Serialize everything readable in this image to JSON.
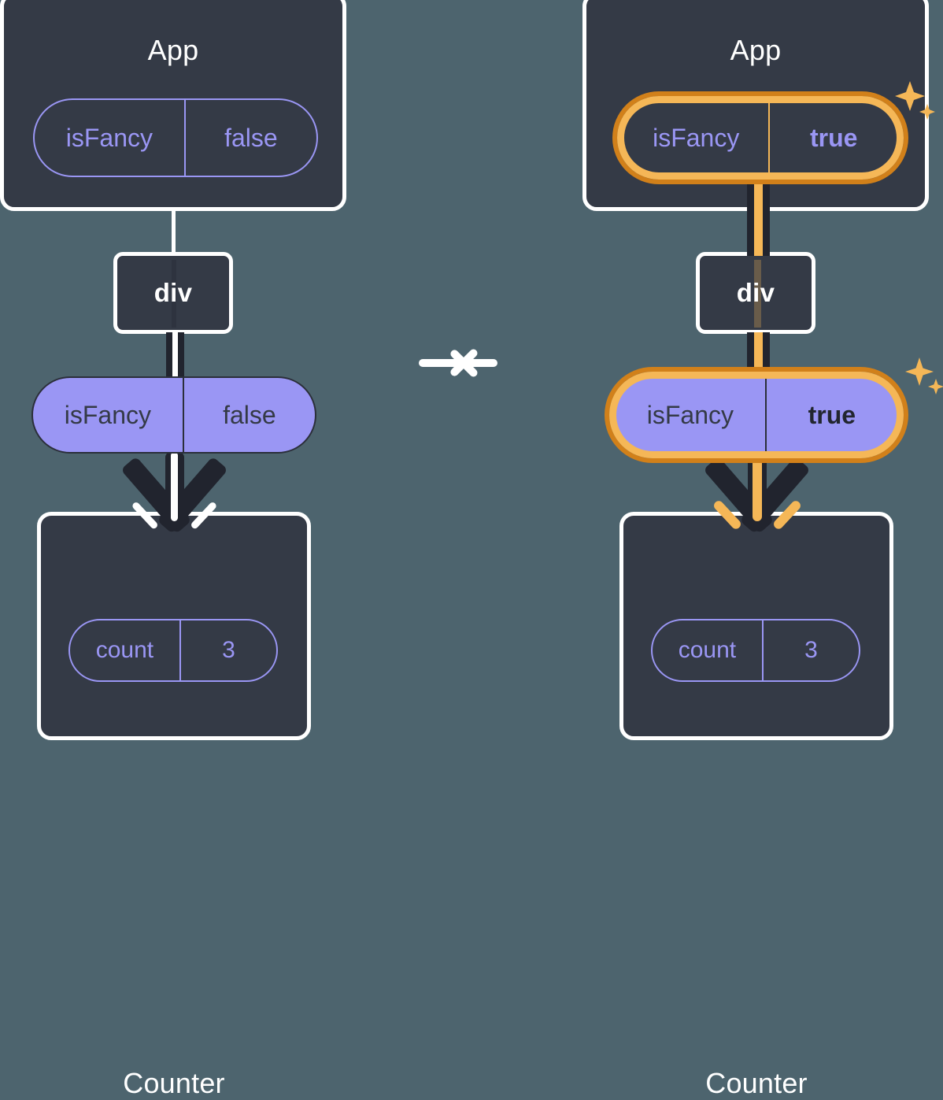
{
  "diagram": {
    "title": "React state update propagation",
    "background_color": "#4d646e",
    "card_color": "#343a46",
    "card_border_color": "#ffffff",
    "accent_purple": "#9a96f4",
    "highlight_orange": "#f5b757",
    "highlight_orange_dark": "#d1801a",
    "rail_dark": "#21242e"
  },
  "transition_arrow": {
    "icon": "arrow-right-icon",
    "color": "#ffffff"
  },
  "before": {
    "label": "before-state",
    "app": {
      "title": "App",
      "prop": {
        "key": "isFancy",
        "value": "false",
        "bold_value": false,
        "style": "outline",
        "highlighted": false
      }
    },
    "div": {
      "title": "div"
    },
    "passed_prop": {
      "key": "isFancy",
      "value": "false",
      "bold_value": false,
      "style": "filled",
      "highlighted": false
    },
    "counter": {
      "title": "Counter",
      "state": {
        "key": "count",
        "value": "3",
        "bold_value": false,
        "style": "outline",
        "highlighted": false
      }
    },
    "connector_app_to_div": {
      "color": "#ffffff",
      "style": "single"
    },
    "connector_div_to_prop": {
      "color": "#21242e",
      "style": "double-rail"
    },
    "arrow_prop_to_counter": {
      "outer_color": "#21242e",
      "inner_color": "#ffffff"
    },
    "sparkles": 0
  },
  "after": {
    "label": "after-state",
    "app": {
      "title": "App",
      "prop": {
        "key": "isFancy",
        "value": "true",
        "bold_value": true,
        "style": "outline",
        "highlighted": true
      }
    },
    "div": {
      "title": "div"
    },
    "passed_prop": {
      "key": "isFancy",
      "value": "true",
      "bold_value": true,
      "style": "filled",
      "highlighted": true
    },
    "counter": {
      "title": "Counter",
      "state": {
        "key": "count",
        "value": "3",
        "bold_value": false,
        "style": "outline",
        "highlighted": false
      }
    },
    "connector_app_to_div": {
      "color": "#f5b757",
      "style": "double-rail-orange"
    },
    "connector_div_to_prop": {
      "color": "#f5b757",
      "style": "double-rail-orange"
    },
    "arrow_prop_to_counter": {
      "outer_color": "#21242e",
      "inner_color": "#f5b757"
    },
    "sparkles": 2
  }
}
